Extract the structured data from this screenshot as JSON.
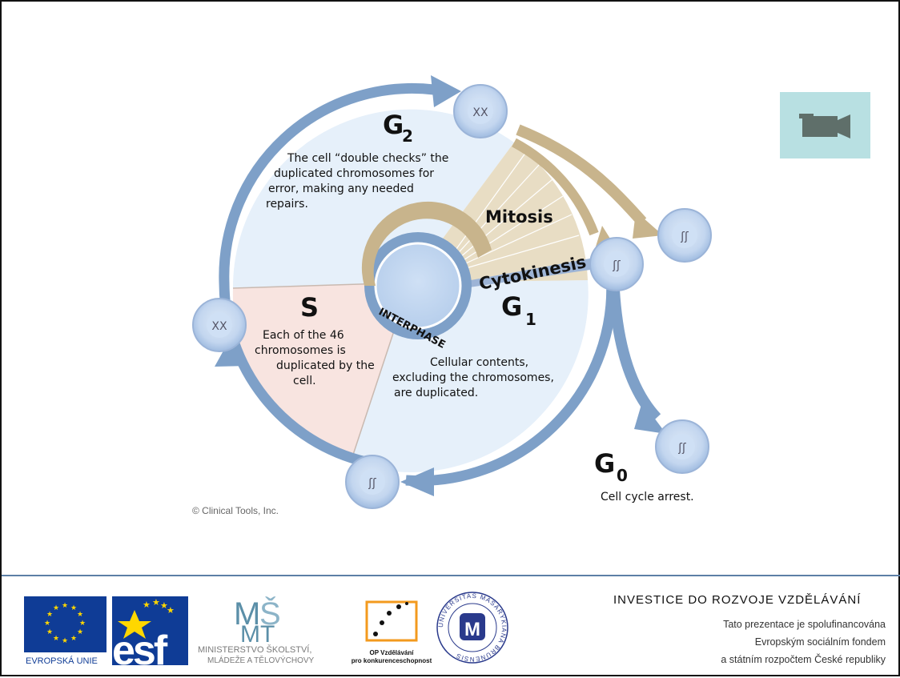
{
  "diagram": {
    "phases": {
      "g2": {
        "letter": "G",
        "sub": "2",
        "desc": [
          "The cell “double checks” the",
          "duplicated chromosomes for",
          "error, making any needed",
          "repairs."
        ]
      },
      "s": {
        "letter": "S",
        "desc": [
          "Each of the 46",
          "chromosomes is",
          "duplicated by the",
          "cell."
        ]
      },
      "g1": {
        "letter": "G",
        "sub": "1",
        "desc": [
          "Cellular contents,",
          "excluding the chromosomes,",
          "are duplicated."
        ]
      },
      "g0": {
        "letter": "G",
        "sub": "0",
        "desc": "Cell cycle arrest."
      }
    },
    "mitosis": "Mitosis",
    "cytokinesis": "Cytokinesis",
    "interphase": "INTERPHASE",
    "copyright": "© Clinical Tools, Inc."
  },
  "video": {
    "icon": "video-camera-icon"
  },
  "footer": {
    "eu_label": "EVROPSKÁ UNIE",
    "esf_label": "esf",
    "msmt_line1": "MINISTERSTVO ŠKOLSTVÍ,",
    "msmt_line2": "MLÁDEŽE A TĚLOVÝCHOVY",
    "op_line1": "OP Vzdělávání",
    "op_line2": "pro konkurenceschopnost",
    "muni_ring": "UNIVERSITAS MASARYKIANA BRUNENSIS",
    "investice": "INVESTICE DO ROZVOJE VZDĚLÁVÁNÍ",
    "funding": [
      "Tato prezentace je spolufinancována",
      "Evropským sociálním fondem",
      "a státním rozpočtem České republiky"
    ]
  },
  "colors": {
    "ring": "#7ea0c8",
    "g_area": "#e6f0fa",
    "s_area": "#f8e4e0",
    "mitosis_fan": "#e8ddc4",
    "mitosis_arrow": "#c8b48c",
    "video_bg": "#b8e0e2"
  }
}
